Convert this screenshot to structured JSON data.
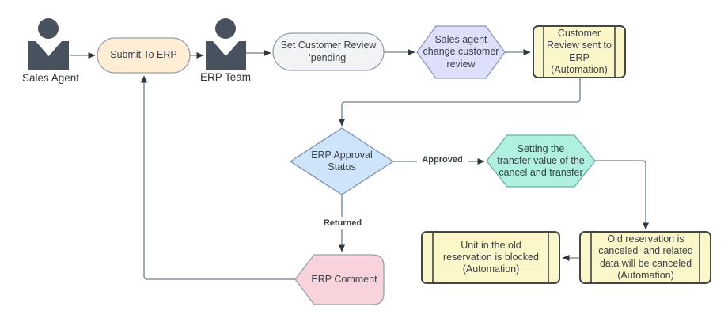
{
  "title": "ERP customer review flowchart",
  "colors": {
    "actor": "#47525e",
    "stadium_submit_fill": "#ffeed3",
    "stadium_pending_fill": "#f2f3f4",
    "hexagon_purple_fill": "#dedffb",
    "hexagon_teal_fill": "#aff0e1",
    "predef_yellow_fill": "#fcf7c9",
    "diamond_blue_fill": "#cde4fa",
    "display_pink_fill": "#f9d3db",
    "edge_line": "#717c87",
    "arrowhead": "#2f363e",
    "border_light": "#97a0ab",
    "border_dark": "#3f4750"
  },
  "actors": {
    "sales_agent": {
      "label": "Sales Agent"
    },
    "erp_team": {
      "label": "ERP Team"
    }
  },
  "nodes": {
    "submit_to_erp": {
      "label": "Submit To ERP"
    },
    "set_customer_review": {
      "label": "Set Customer Review\n'pending'"
    },
    "sales_agent_change": {
      "label": "Sales agent\nchange customer\nreview"
    },
    "customer_review_sent": {
      "label": "Customer\nReview sent to\nERP\n(Automation)"
    },
    "erp_approval_status": {
      "label": "ERP Approval\nStatus"
    },
    "setting_transfer_value": {
      "label": "Setting the\ntransfer value of the\ncancel and transfer"
    },
    "old_reservation_canceled": {
      "label": "Old reservation is\ncanceled  and related\ndata will be canceled\n(Automation)"
    },
    "unit_blocked": {
      "label": "Unit in the old\nreservation is blocked\n(Automation)"
    },
    "erp_comment": {
      "label": "ERP Comment"
    }
  },
  "edge_labels": {
    "approved": "Approved",
    "returned": "Returned"
  }
}
